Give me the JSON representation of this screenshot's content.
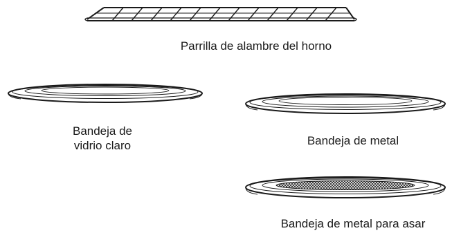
{
  "items": {
    "rack": {
      "label": "Parrilla de alambre del horno"
    },
    "glass_tray": {
      "label_line1": "Bandeja de",
      "label_line2": "vidrio claro"
    },
    "metal_tray": {
      "label": "Bandeja de metal"
    },
    "roasting_tray": {
      "label": "Bandeja de metal para asar"
    }
  }
}
